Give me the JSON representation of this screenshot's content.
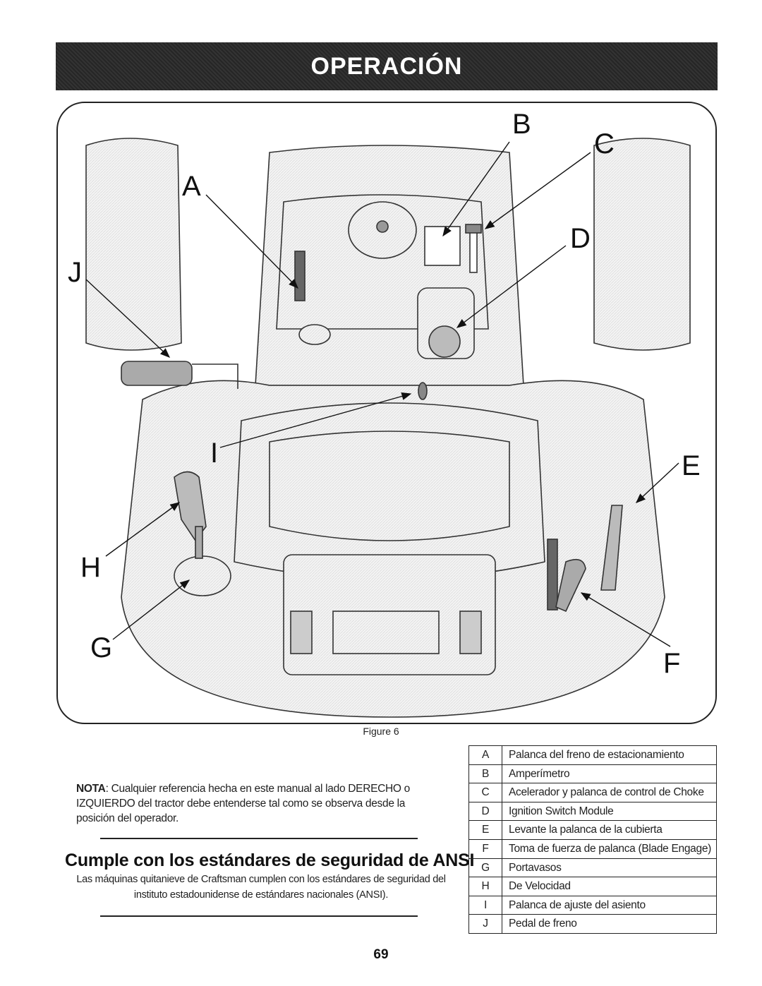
{
  "header": {
    "title": "OPERACIÓN"
  },
  "figure": {
    "callouts": [
      "A",
      "B",
      "C",
      "D",
      "E",
      "F",
      "G",
      "H",
      "I",
      "J"
    ],
    "caption": "Figure 6"
  },
  "note": {
    "label": "NOTA",
    "text": ": Cualquier referencia hecha en este manual al lado DERECHO o IZQUIERDO del tractor debe entenderse tal como se observa desde la posición del operador."
  },
  "ansi": {
    "heading": "Cumple con los estándares de seguridad de ANSI",
    "body": "Las máquinas quitanieve de Craftsman cumplen con los estándares de seguridad del instituto estadounidense de estándares nacionales (ANSI)."
  },
  "legend": [
    {
      "key": "A",
      "label": "Palanca del freno de estacionamiento"
    },
    {
      "key": "B",
      "label": "Amperímetro"
    },
    {
      "key": "C",
      "label": "Acelerador y palanca de control de Choke"
    },
    {
      "key": "D",
      "label": "Ignition Switch Module"
    },
    {
      "key": "E",
      "label": "Levante la palanca de la cubierta"
    },
    {
      "key": "F",
      "label": "Toma de fuerza de palanca (Blade Engage)"
    },
    {
      "key": "G",
      "label": "Portavasos"
    },
    {
      "key": "H",
      "label": "De Velocidad"
    },
    {
      "key": "I",
      "label": "Palanca de ajuste del asiento"
    },
    {
      "key": "J",
      "label": "Pedal de freno"
    }
  ],
  "page": {
    "number": "69"
  }
}
